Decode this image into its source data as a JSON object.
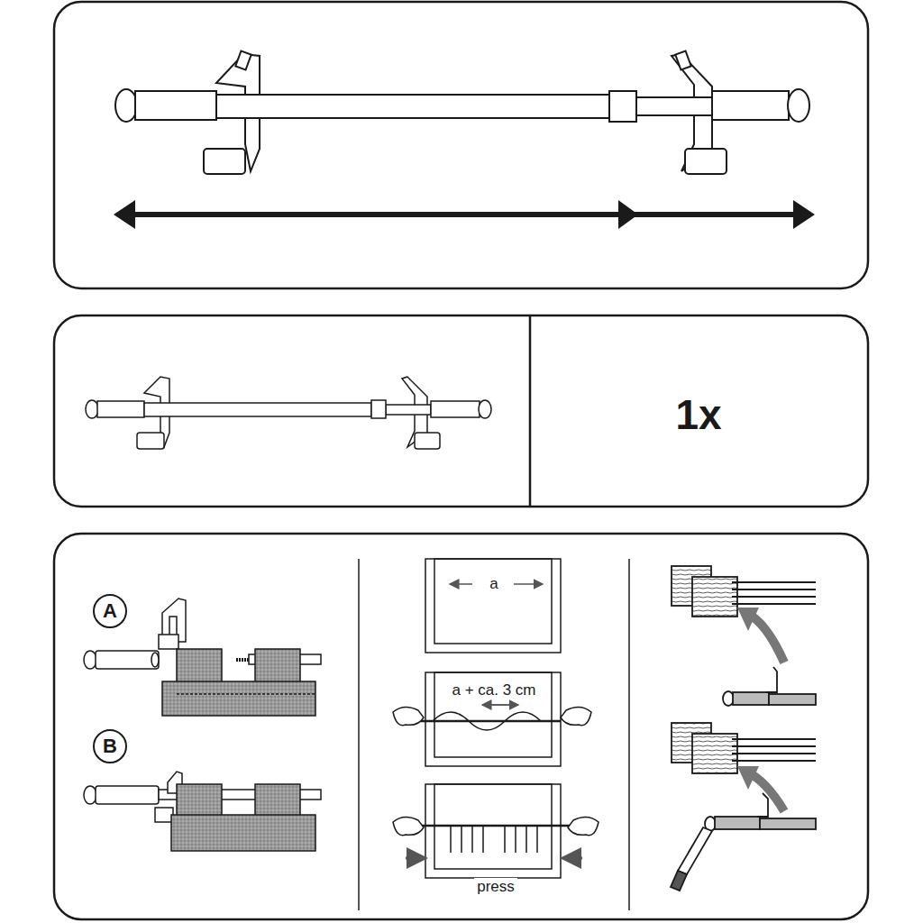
{
  "diagram": {
    "nodes": [
      {
        "text": [
          "A"
        ]
      },
      {
        "text": [
          "B"
        ]
      }
    ],
    "labels": [
      "1x",
      "a",
      "a + ca. 3 cm",
      "press"
    ]
  }
}
